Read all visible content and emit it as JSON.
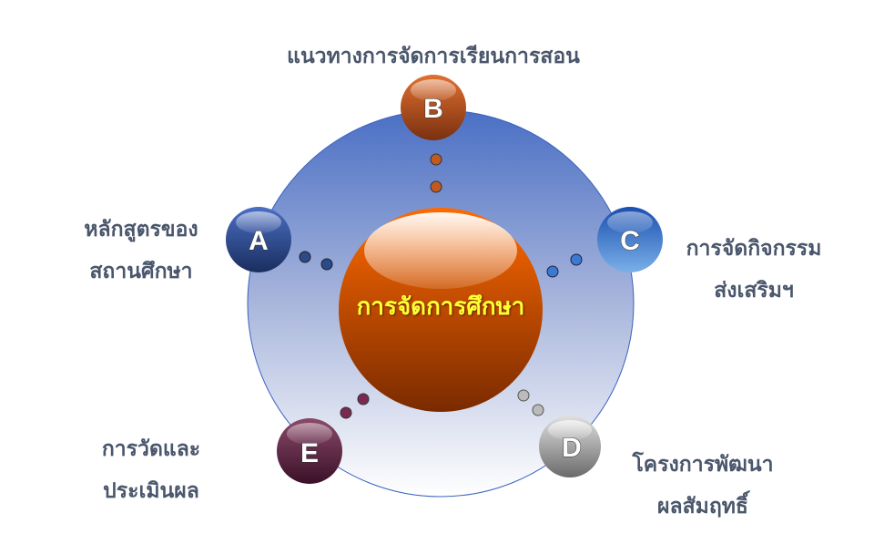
{
  "center": {
    "label": "การจัดการศึกษา"
  },
  "nodes": [
    {
      "letter": "A",
      "lines": [
        "หลักสูตรของ",
        "สถานศึกษา"
      ],
      "color": "#2a4a8a"
    },
    {
      "letter": "B",
      "lines": [
        "แนวทางการจัดการเรียนการสอน"
      ],
      "color": "#c05a20"
    },
    {
      "letter": "C",
      "lines": [
        "การจัดกิจกรรม",
        "ส่งเสริมฯ"
      ],
      "color": "#3a7ad0"
    },
    {
      "letter": "D",
      "lines": [
        "โครงการพัฒนา",
        "ผลสัมฤทธิ์"
      ],
      "color": "#9a9a9a"
    },
    {
      "letter": "E",
      "lines": [
        "การวัดและ",
        "ประเมินผล"
      ],
      "color": "#5a2040"
    }
  ],
  "colors": {
    "text": "#4a566b",
    "center_text": "#ffff33",
    "ring_top": "#4a6fc4",
    "ring_bottom": "#ffffff"
  }
}
